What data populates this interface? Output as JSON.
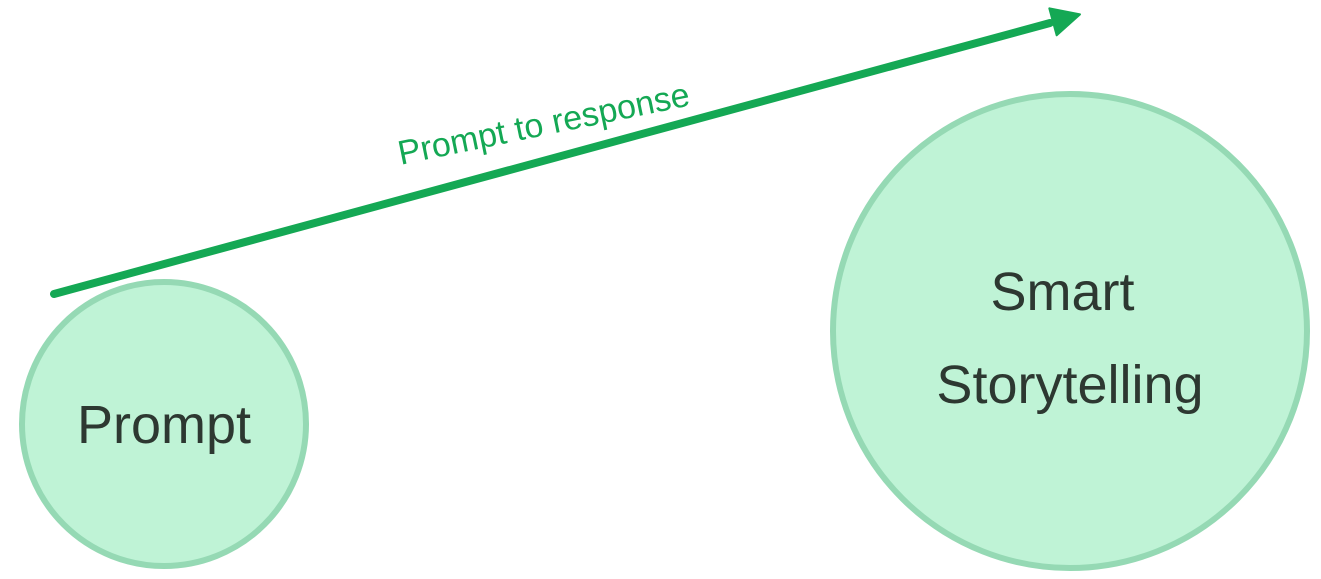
{
  "diagram": {
    "nodes": [
      {
        "id": "prompt",
        "label": "Prompt"
      },
      {
        "id": "smart-storytelling",
        "label": "Smart Storytelling",
        "lines": [
          "Smart",
          "Storytelling"
        ]
      }
    ],
    "arrow": {
      "label": "Prompt to response",
      "from": "prompt",
      "to": "smart-storytelling"
    }
  },
  "colors": {
    "background": "#ffffff",
    "node_fill": "#bff3d6",
    "node_stroke": "#95d9b4",
    "arrow_green": "#14a854",
    "node_text": "#2d3831"
  }
}
